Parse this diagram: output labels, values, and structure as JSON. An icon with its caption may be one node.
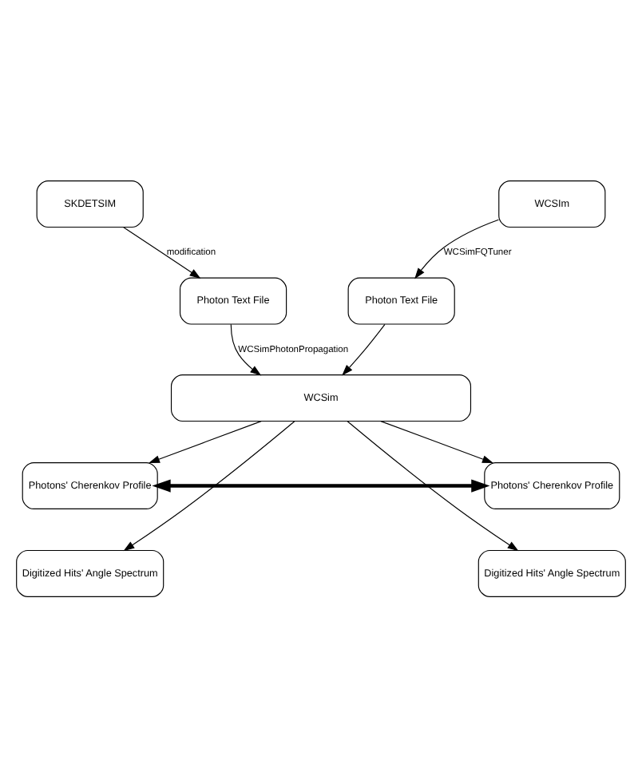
{
  "diagram": {
    "nodes": [
      {
        "text": [
          "SKDETSIM"
        ]
      },
      {
        "text": [
          "WCSIm"
        ]
      },
      {
        "text": [
          "Photon Text File"
        ]
      },
      {
        "text": [
          "Photon Text File"
        ]
      },
      {
        "text": [
          "WCSim"
        ]
      },
      {
        "text": [
          "Photons' Cherenkov Profile"
        ]
      },
      {
        "text": [
          "Digitized Hits' Angle Spectrum"
        ]
      },
      {
        "text": [
          "Photons' Cherenkov Profile"
        ]
      },
      {
        "text": [
          "Digitized Hits' Angle Spectrum"
        ]
      }
    ],
    "edges": [
      {
        "from": 0,
        "to": 2,
        "arrow": "to",
        "label": "modification"
      },
      {
        "from": 1,
        "to": 3,
        "arrow": "to",
        "label": "WCSimFQTuner"
      },
      {
        "from": 2,
        "to": 4,
        "arrow": "to",
        "label": "WCSimPhotonPropagation"
      },
      {
        "from": 3,
        "to": 4,
        "arrow": "to"
      },
      {
        "from": 4,
        "to": 5,
        "arrow": "to"
      },
      {
        "from": 4,
        "to": 6,
        "arrow": "to"
      },
      {
        "from": 4,
        "to": 7,
        "arrow": "to"
      },
      {
        "from": 4,
        "to": 8,
        "arrow": "to"
      },
      {
        "from": 5,
        "to": 7,
        "arrow": "both",
        "style": "thick"
      }
    ]
  }
}
